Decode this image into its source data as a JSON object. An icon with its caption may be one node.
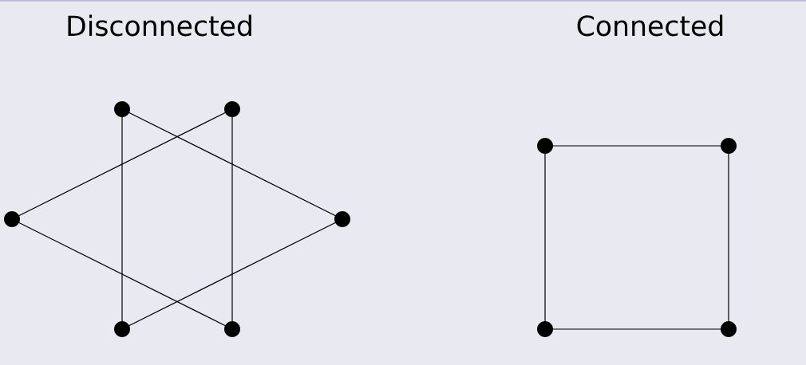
{
  "diagram": {
    "nodes": [
      {
        "text": [],
        "shape": "circle"
      },
      {
        "text": [],
        "shape": "circle"
      },
      {
        "text": [],
        "shape": "circle"
      },
      {
        "text": [],
        "shape": "circle"
      },
      {
        "text": [],
        "shape": "circle"
      },
      {
        "text": [],
        "shape": "circle"
      },
      {
        "text": [],
        "shape": "circle"
      },
      {
        "text": [],
        "shape": "circle"
      },
      {
        "text": [],
        "shape": "circle"
      },
      {
        "text": [],
        "shape": "circle"
      }
    ],
    "edges": [
      {
        "from": 0,
        "to": 4,
        "arrow": "none"
      },
      {
        "from": 0,
        "to": 3,
        "arrow": "none"
      },
      {
        "from": 4,
        "to": 3,
        "arrow": "none"
      },
      {
        "from": 1,
        "to": 5,
        "arrow": "none"
      },
      {
        "from": 1,
        "to": 2,
        "arrow": "none"
      },
      {
        "from": 2,
        "to": 5,
        "arrow": "none"
      },
      {
        "from": 6,
        "to": 7,
        "arrow": "none"
      },
      {
        "from": 6,
        "to": 8,
        "arrow": "none"
      },
      {
        "from": 7,
        "to": 9,
        "arrow": "none"
      },
      {
        "from": 8,
        "to": 9,
        "arrow": "none"
      }
    ],
    "labels": [
      "Disconnected",
      "Connected"
    ]
  }
}
